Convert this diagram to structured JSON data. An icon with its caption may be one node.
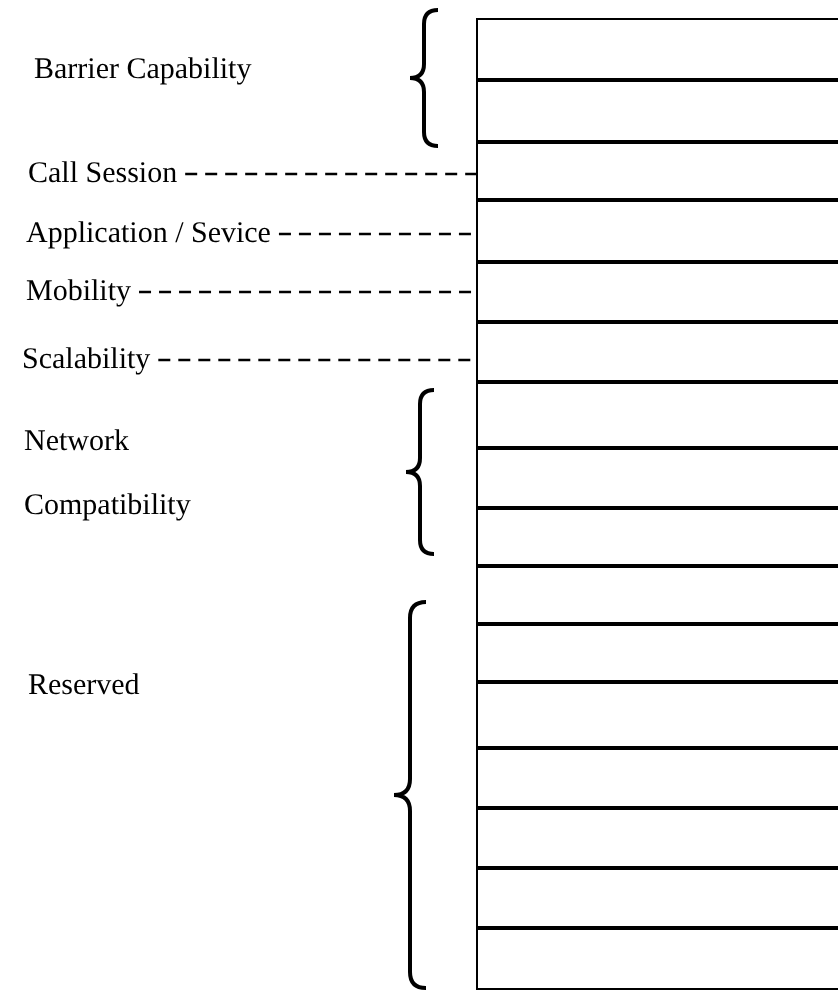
{
  "diagram": {
    "nodes": [
      {
        "text": [],
        "shape": "box"
      },
      {
        "text": [],
        "shape": "box"
      },
      {
        "text": [],
        "shape": "box"
      },
      {
        "text": [],
        "shape": "box"
      },
      {
        "text": [],
        "shape": "box"
      },
      {
        "text": [],
        "shape": "box"
      },
      {
        "text": [],
        "shape": "box"
      },
      {
        "text": [],
        "shape": "box"
      },
      {
        "text": [],
        "shape": "box"
      },
      {
        "text": [],
        "shape": "box"
      },
      {
        "text": [],
        "shape": "box"
      },
      {
        "text": [],
        "shape": "box"
      },
      {
        "text": [],
        "shape": "box"
      },
      {
        "text": [],
        "shape": "box"
      },
      {
        "text": [],
        "shape": "box"
      },
      {
        "text": [],
        "shape": "box"
      },
      {
        "text": [
          "Call Session"
        ]
      },
      {
        "text": [
          "Application / Sevice"
        ]
      },
      {
        "text": [
          "Mobility"
        ]
      },
      {
        "text": [
          "Scalability"
        ]
      }
    ],
    "edges": [
      {
        "from": 16,
        "to": 2,
        "arrow": "none",
        "style": "dashed"
      },
      {
        "from": 17,
        "to": 3,
        "arrow": "none",
        "style": "dashed"
      },
      {
        "from": 18,
        "to": 4,
        "arrow": "none",
        "style": "dashed"
      },
      {
        "from": 19,
        "to": 5,
        "arrow": "none",
        "style": "dashed"
      }
    ],
    "labels": [
      "Barrier Capability",
      "Network Compatibility",
      "Reserved"
    ]
  }
}
